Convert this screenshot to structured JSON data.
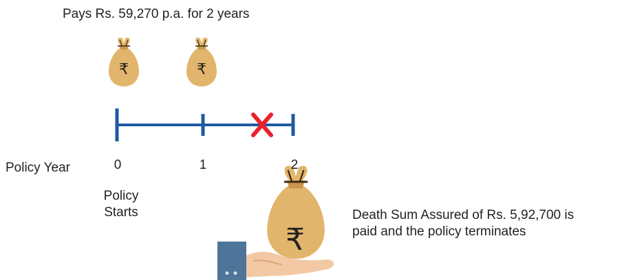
{
  "header": {
    "premium_text": "Pays Rs. 59,270 p.a. for 2 years"
  },
  "timeline": {
    "axis_label": "Policy Year",
    "ticks": [
      "0",
      "1",
      "2"
    ],
    "start_label_line1": "Policy",
    "start_label_line2": "Starts",
    "line_color": "#1f5aa0",
    "cross_color": "#e8232c"
  },
  "bags": {
    "currency_symbol": "₹",
    "bag_color": "#e2b56c",
    "count_premium": 2
  },
  "payout": {
    "line1": "Death Sum Assured of Rs. 5,92,700 is",
    "line2": "paid and the policy terminates"
  }
}
